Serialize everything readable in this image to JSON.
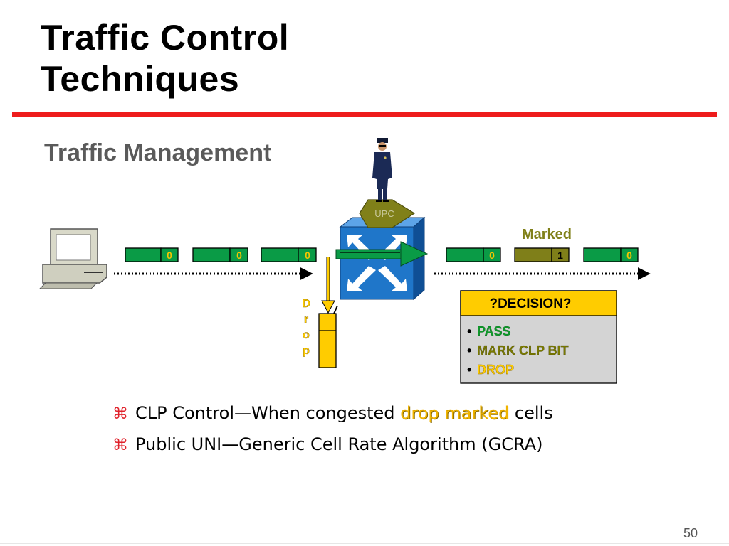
{
  "slide": {
    "title_line1": "Traffic Control",
    "title_line2": "Techniques",
    "subtitle": "Traffic Management",
    "slide_number": "50"
  },
  "diagram": {
    "upc_label": "UPC",
    "marked_label": "Marked",
    "drop_letters": [
      "D",
      "r",
      "o",
      "p"
    ],
    "input_cells": [
      "0",
      "0",
      "0"
    ],
    "output_cells": [
      "0",
      "1",
      "0"
    ],
    "decision": {
      "header": "?DECISION?",
      "items": [
        {
          "label": "PASS",
          "color": "#0e9b2a"
        },
        {
          "label": "MARK CLP BIT",
          "color": "#7a7a00"
        },
        {
          "label": "DROP",
          "color": "#ffcc00"
        }
      ]
    },
    "colors": {
      "cell_green": "#0a9b46",
      "cell_marked": "#7f7f19",
      "switch_blue": "#1f76c9",
      "octagon": "#808019",
      "drop_yellow": "#ffcc00",
      "accent_red": "#ee1c1c"
    }
  },
  "bullets": [
    {
      "before": "CLP Control—When congested ",
      "highlight": "drop marked",
      "after": " cells"
    },
    {
      "before": "Public UNI—Generic Cell Rate Algorithm (GCRA)",
      "highlight": "",
      "after": ""
    }
  ],
  "bullet_symbol": "⌘"
}
